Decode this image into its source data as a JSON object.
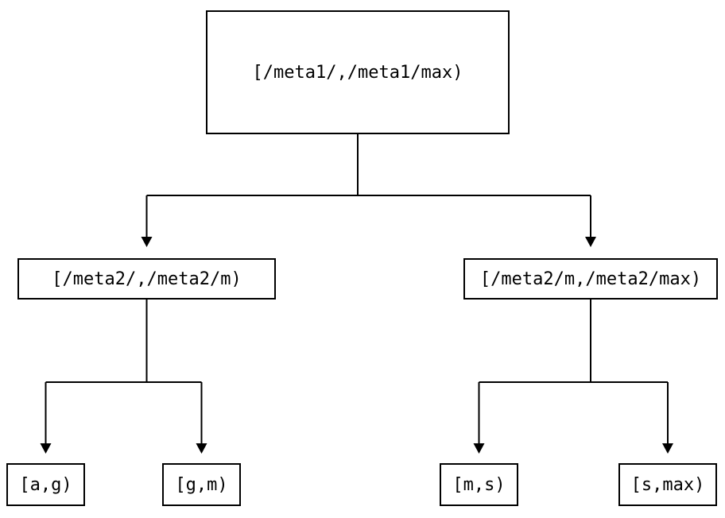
{
  "diagram": {
    "type": "tree",
    "description": "Key-range partition tree: meta1 region points to meta2 regions, which point to user regions",
    "root": {
      "label": "[/meta1/,/meta1/max)"
    },
    "level2": [
      {
        "label": "[/meta2/,/meta2/m)"
      },
      {
        "label": "[/meta2/m,/meta2/max)"
      }
    ],
    "leaves": [
      {
        "label": "[a,g)"
      },
      {
        "label": "[g,m)"
      },
      {
        "label": "[m,s)"
      },
      {
        "label": "[s,max)"
      }
    ],
    "edges": [
      {
        "from": "root",
        "to": "level2.0"
      },
      {
        "from": "root",
        "to": "level2.1"
      },
      {
        "from": "level2.0",
        "to": "leaves.0"
      },
      {
        "from": "level2.0",
        "to": "leaves.1"
      },
      {
        "from": "level2.1",
        "to": "leaves.2"
      },
      {
        "from": "level2.1",
        "to": "leaves.3"
      }
    ],
    "colors": {
      "background": "#ffffff",
      "line": "#000000",
      "box_border": "#000000",
      "text": "#000000"
    }
  }
}
